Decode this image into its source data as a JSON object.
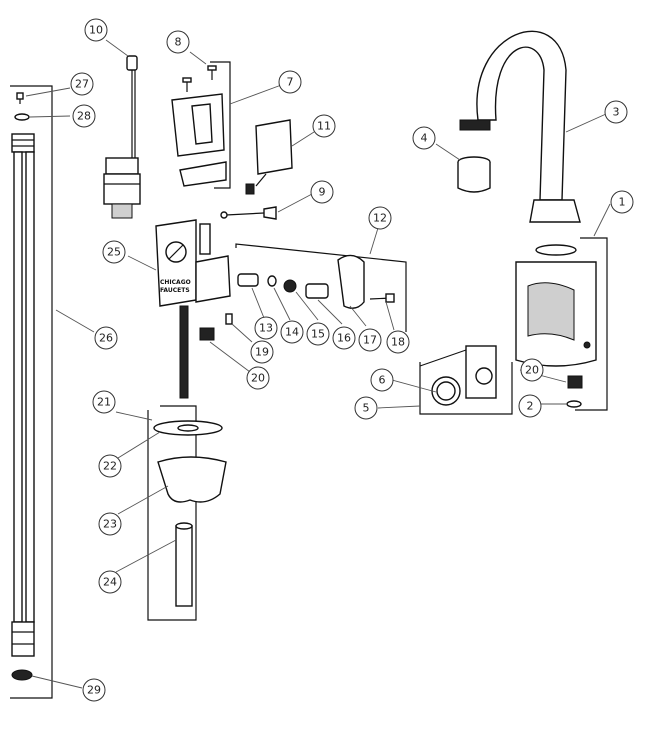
{
  "brand_label": [
    "CHICAGO",
    "FAUCETS"
  ],
  "callouts": [
    "1",
    "2",
    "3",
    "4",
    "5",
    "6",
    "7",
    "8",
    "9",
    "10",
    "11",
    "12",
    "13",
    "14",
    "15",
    "16",
    "17",
    "18",
    "19",
    "20",
    "20",
    "21",
    "22",
    "23",
    "24",
    "25",
    "26",
    "27",
    "28",
    "29"
  ]
}
